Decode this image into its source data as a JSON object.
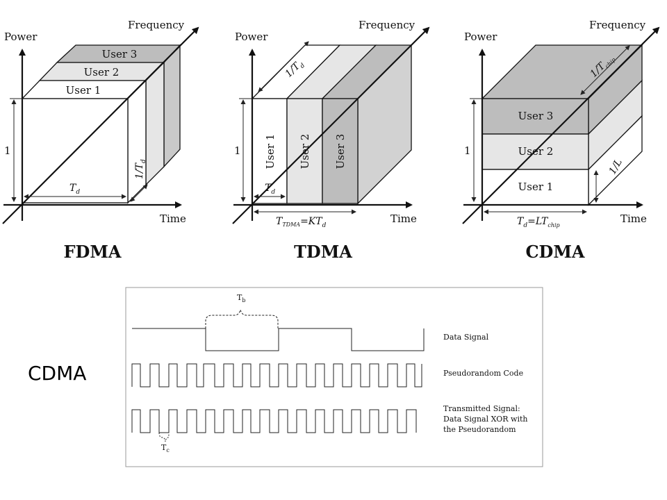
{
  "axes": {
    "power": "Power",
    "frequency": "Frequency",
    "time": "Time",
    "one": "1"
  },
  "fdma": {
    "title": "FDMA",
    "users": [
      "User 1",
      "User 2",
      "User 3"
    ],
    "td": "T",
    "td_sub": "d",
    "freq_dim": "1/T",
    "freq_dim_sub": "d"
  },
  "tdma": {
    "title": "TDMA",
    "users": [
      "User 1",
      "User 2",
      "User 3"
    ],
    "td": "T",
    "td_sub": "d",
    "freq_dim": "1/T",
    "freq_dim_sub": "d",
    "width_t": "T",
    "width_sub": "TDMA",
    "width_rest": "=KT",
    "width_rest_sub": "d"
  },
  "cdma": {
    "title": "CDMA",
    "users": [
      "User 1",
      "User 2",
      "User 3"
    ],
    "freq_dim": "1/T",
    "freq_dim_sub": "chip",
    "depth_dim": "1/L",
    "width_t": "T",
    "width_sub": "d",
    "width_rest": "=LT",
    "width_rest_sub": "chip"
  },
  "signal_panel": {
    "side_label": "CDMA",
    "tb": "T",
    "tb_sub": "b",
    "tc": "T",
    "tc_sub": "c",
    "labels": {
      "data": "Data Signal",
      "pn": "Pseudorandom Code",
      "tx_line1": "Transmitted Signal:",
      "tx_line2": "Data Signal XOR with",
      "tx_line3": "the Pseudorandom"
    }
  },
  "colors": {
    "light": "#e6e6e6",
    "mid": "#d2d2d2",
    "dark": "#bdbdbd",
    "white": "#ffffff"
  }
}
